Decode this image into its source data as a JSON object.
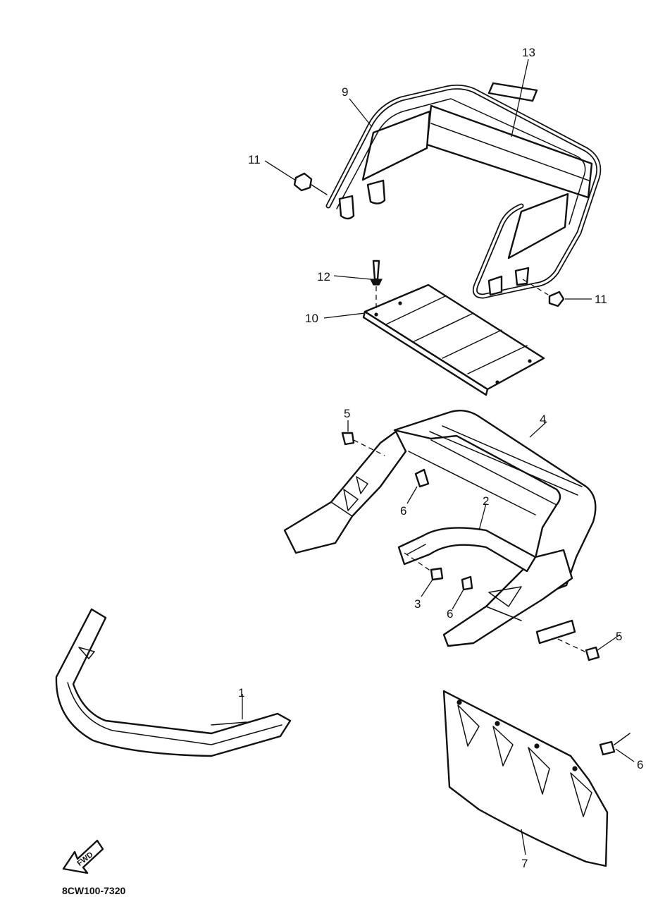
{
  "diagram": {
    "callouts": {
      "c1": "1",
      "c2": "2",
      "c3": "3",
      "c4": "4",
      "c5a": "5",
      "c5b": "5",
      "c6a": "6",
      "c6b": "6",
      "c6c": "6",
      "c7": "7",
      "c9": "9",
      "c10": "10",
      "c11a": "11",
      "c11b": "11",
      "c12": "12",
      "c13": "13"
    },
    "direction_label": "FWD",
    "drawing_code": "8CW100-7320"
  }
}
